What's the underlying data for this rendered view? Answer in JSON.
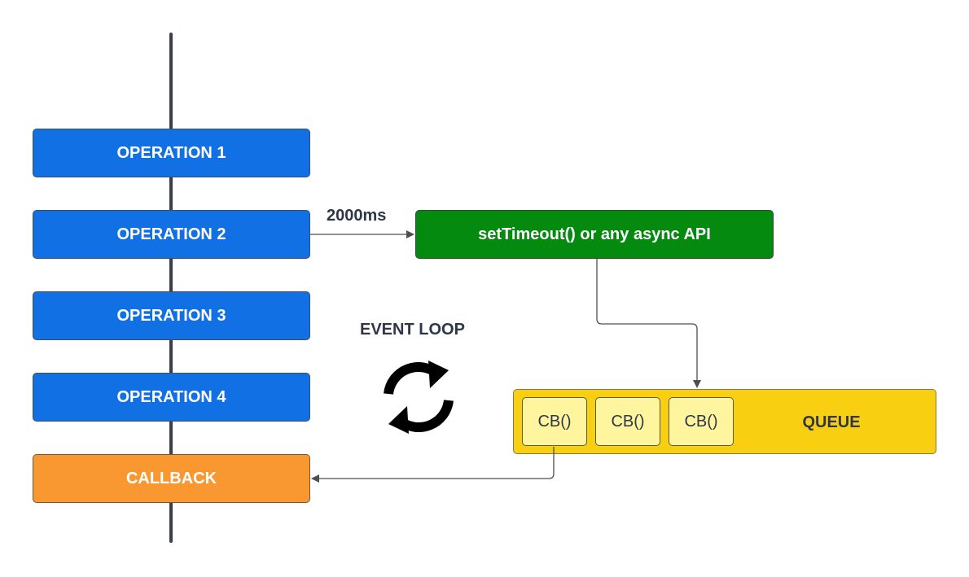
{
  "operations": [
    {
      "label": "OPERATION 1"
    },
    {
      "label": "OPERATION 2"
    },
    {
      "label": "OPERATION 3"
    },
    {
      "label": "OPERATION 4"
    }
  ],
  "callback": {
    "label": "CALLBACK"
  },
  "async_api": {
    "label": "setTimeout() or any async API"
  },
  "delay": {
    "label": "2000ms"
  },
  "event_loop": {
    "label": "EVENT LOOP",
    "icon": "refresh-icon"
  },
  "queue": {
    "label": "QUEUE",
    "items": [
      {
        "label": "CB()"
      },
      {
        "label": "CB()"
      },
      {
        "label": "CB()"
      }
    ]
  },
  "colors": {
    "operation": "#1170e4",
    "callback": "#f99731",
    "async": "#048a0e",
    "queue": "#f9cf12",
    "queue_item": "#fff59e",
    "line": "#3b4048"
  }
}
